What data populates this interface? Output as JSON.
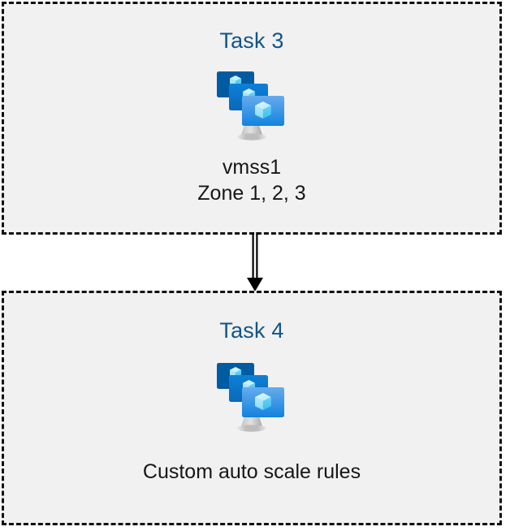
{
  "diagram": {
    "background_color": "#ffffff",
    "box_fill": "#f1f1f1",
    "box_border_color": "#111111",
    "title_color": "#11558a",
    "caption_color": "#161616",
    "connector_color": "#000000",
    "boxes": [
      {
        "id": "task3",
        "title": "Task 3",
        "icon": "azure-vm-scale-set-icon",
        "caption": "vmss1\nZone 1, 2, 3"
      },
      {
        "id": "task4",
        "title": "Task 4",
        "icon": "azure-vm-scale-set-icon",
        "caption": "Custom auto scale rules"
      }
    ],
    "connector": {
      "name": "double-line-arrow-down",
      "from": "task3",
      "to": "task4",
      "style": "double-line",
      "arrowhead": "solid-triangle"
    },
    "icon_palette": {
      "monitor_back": "#005ba1",
      "monitor_mid_top": "#0b7cd4",
      "monitor_mid_bottom": "#0a6fc0",
      "monitor_front_top": "#61a7ec",
      "monitor_front_bottom": "#1484df",
      "cube_light": "#c8f0fb",
      "cube_mid": "#7fdcf7",
      "cube_dark": "#3fc8f4",
      "stand_gray": "#b4b4b4",
      "stand_gray_light": "#d6d6d6"
    }
  }
}
